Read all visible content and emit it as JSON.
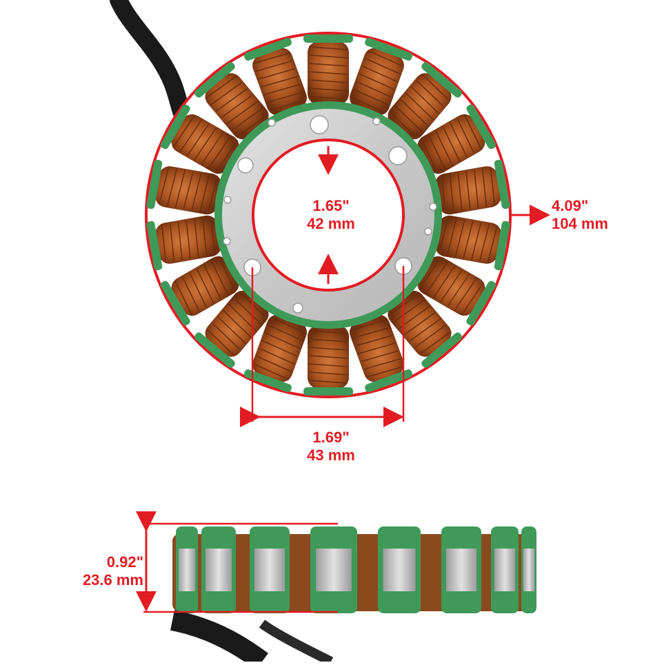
{
  "dimensions": {
    "inner_diameter": {
      "inches": "1.65\"",
      "mm": "42 mm"
    },
    "outer_diameter": {
      "inches": "4.09\"",
      "mm": "104 mm"
    },
    "bolt_spacing": {
      "inches": "1.69\"",
      "mm": "43 mm"
    },
    "thickness": {
      "inches": "0.92\"",
      "mm": "23.6 mm"
    }
  },
  "colors": {
    "dimension_red": "#e31b23",
    "coil_copper": "#a8521f",
    "insulator_green": "#3f9a5a",
    "steel_plate": "#cfcfcf",
    "cable_black": "#1a1a1a"
  }
}
